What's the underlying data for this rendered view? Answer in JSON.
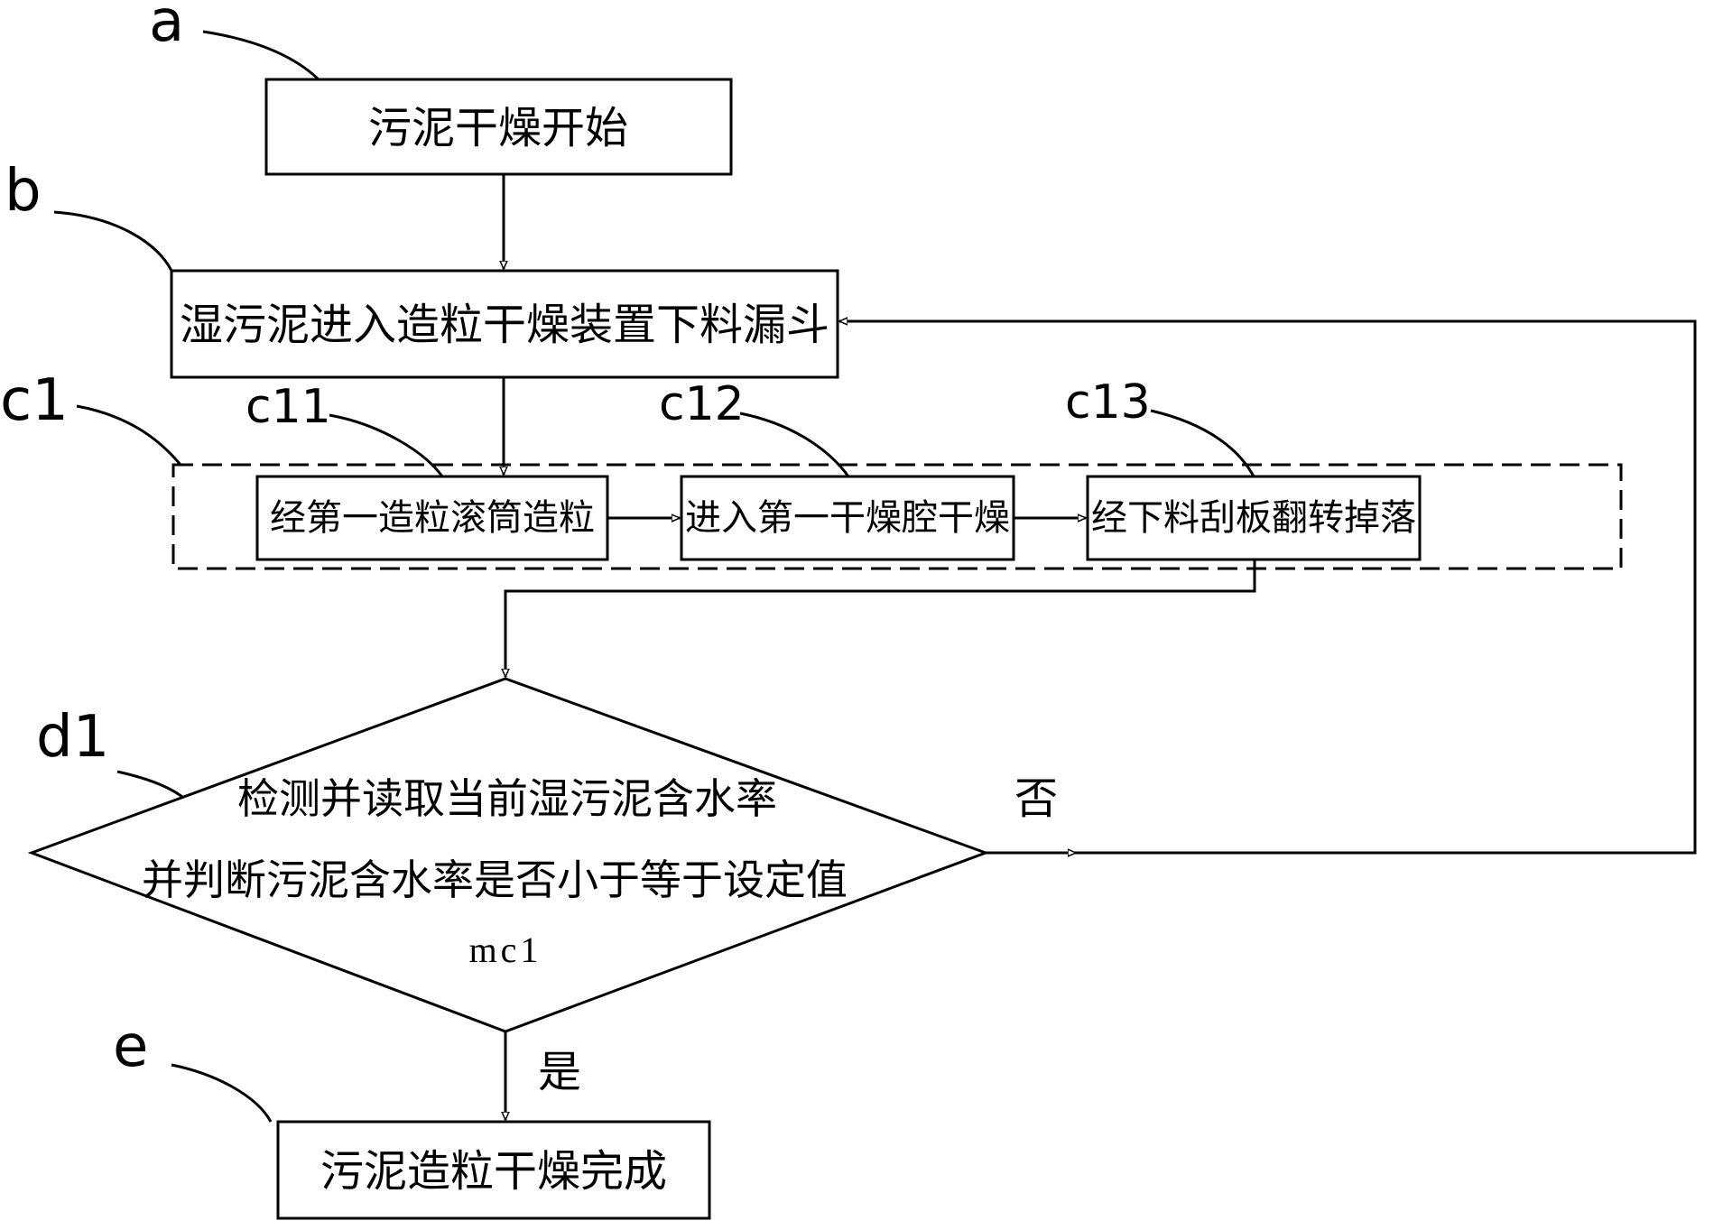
{
  "labels": {
    "a": "a",
    "b": "b",
    "c1": "c1",
    "c11": "c11",
    "c12": "c12",
    "c13": "c13",
    "d1": "d1",
    "e": "e"
  },
  "steps": {
    "a": "污泥干燥开始",
    "b": "湿污泥进入造粒干燥装置下料漏斗",
    "c11": "经第一造粒滚筒造粒",
    "c12": "进入第一干燥腔干燥",
    "c13": "经下料刮板翻转掉落",
    "d1_line1": "检测并读取当前湿污泥含水率",
    "d1_line2": "并判断污泥含水率是否小于等于设定值",
    "d1_line3": "mc1",
    "e": "污泥造粒干燥完成"
  },
  "branches": {
    "no": "否",
    "yes": "是"
  }
}
